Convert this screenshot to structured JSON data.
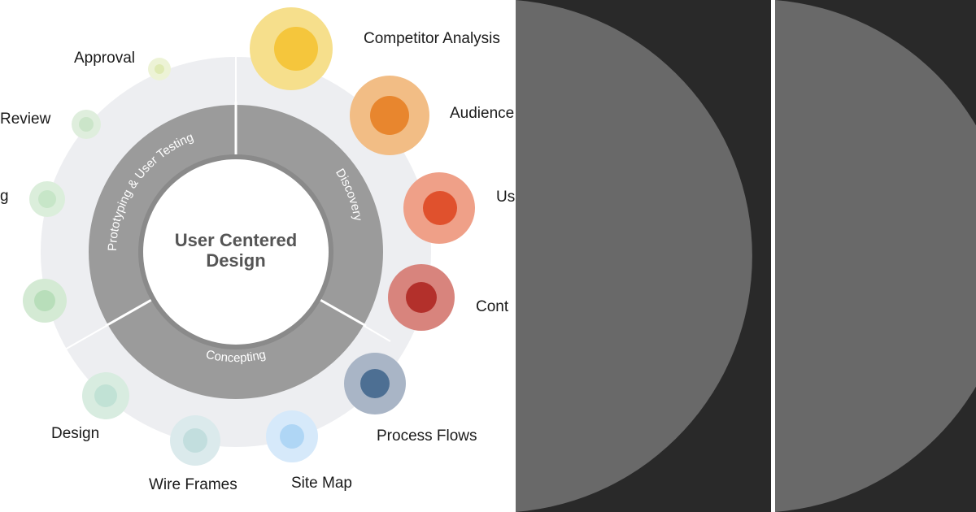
{
  "diagram": {
    "center": {
      "line1": "User Centered",
      "line2": "Design"
    },
    "phases": [
      {
        "name": "Prototyping & User Testing"
      },
      {
        "name": "Discovery"
      },
      {
        "name": "Concepting"
      }
    ],
    "nodes": [
      {
        "label": "Competitor Analysis",
        "outer_color": "#f6df8c",
        "inner_color": "#f5c63c"
      },
      {
        "label": "Audience",
        "outer_color": "#f2bd85",
        "inner_color": "#e8862e"
      },
      {
        "label": "Us",
        "outer_color": "#efa088",
        "inner_color": "#e0512d"
      },
      {
        "label": "Cont",
        "outer_color": "#d8847d",
        "inner_color": "#b3302b"
      },
      {
        "label": "Process Flows",
        "outer_color": "#a9b5c6",
        "inner_color": "#4d6f93"
      },
      {
        "label": "Site Map",
        "outer_color": "#d6e9fa",
        "inner_color": "#afd6f5"
      },
      {
        "label": "Wire Frames",
        "outer_color": "#dbeaec",
        "inner_color": "#c2dede"
      },
      {
        "label": "Design",
        "outer_color": "#d8ece0",
        "inner_color": "#c1e2d5"
      },
      {
        "label": "",
        "outer_color": "#d4ead4",
        "inner_color": "#b8deba"
      },
      {
        "label": "g",
        "outer_color": "#dbeedb",
        "inner_color": "#c7e6c8"
      },
      {
        "label": "Review",
        "outer_color": "#dfeedd",
        "inner_color": "#cbe5c9"
      },
      {
        "label": "Approval",
        "outer_color": "#edf3d6",
        "inner_color": "#dfeab4"
      }
    ]
  },
  "colors": {
    "ring_track": "#edeef1",
    "phase_ring": "#9b9b9b",
    "center_fill": "#ffffff",
    "right_background": "#292929",
    "half_disc": "#696969"
  }
}
